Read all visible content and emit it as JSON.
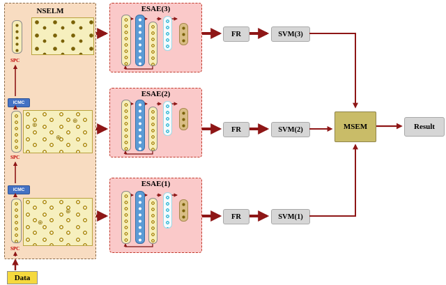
{
  "figure": {
    "nselm": {
      "title": "NSELM",
      "spc_label": "SPC",
      "icmc_label": "ICMC",
      "cluster_marker": "⊕"
    },
    "data_box": {
      "label": "Data"
    },
    "esae": [
      {
        "label": "ESAE(3)"
      },
      {
        "label": "ESAE(2)"
      },
      {
        "label": "ESAE(1)"
      }
    ],
    "fr": {
      "label": "FR"
    },
    "svm": [
      {
        "label": "SVM(3)"
      },
      {
        "label": "SVM(2)"
      },
      {
        "label": "SVM(1)"
      }
    ],
    "msem": {
      "label": "MSEM"
    },
    "result": {
      "label": "Result"
    },
    "colors": {
      "arrow": "#8e1616",
      "nselm_bg": "#f8dcc1",
      "esae_bg": "#fac9c9",
      "esae_border": "#c0392b",
      "gray_box_bg": "#d6d6d6",
      "msem_bg": "#c9bc68",
      "icmc_bg": "#4472c4",
      "data_bg": "#f5d93e",
      "scatter_bg": "#f6efbe",
      "pill_blue": "#5b9bd5",
      "pill_tan": "#d9bd85"
    }
  }
}
